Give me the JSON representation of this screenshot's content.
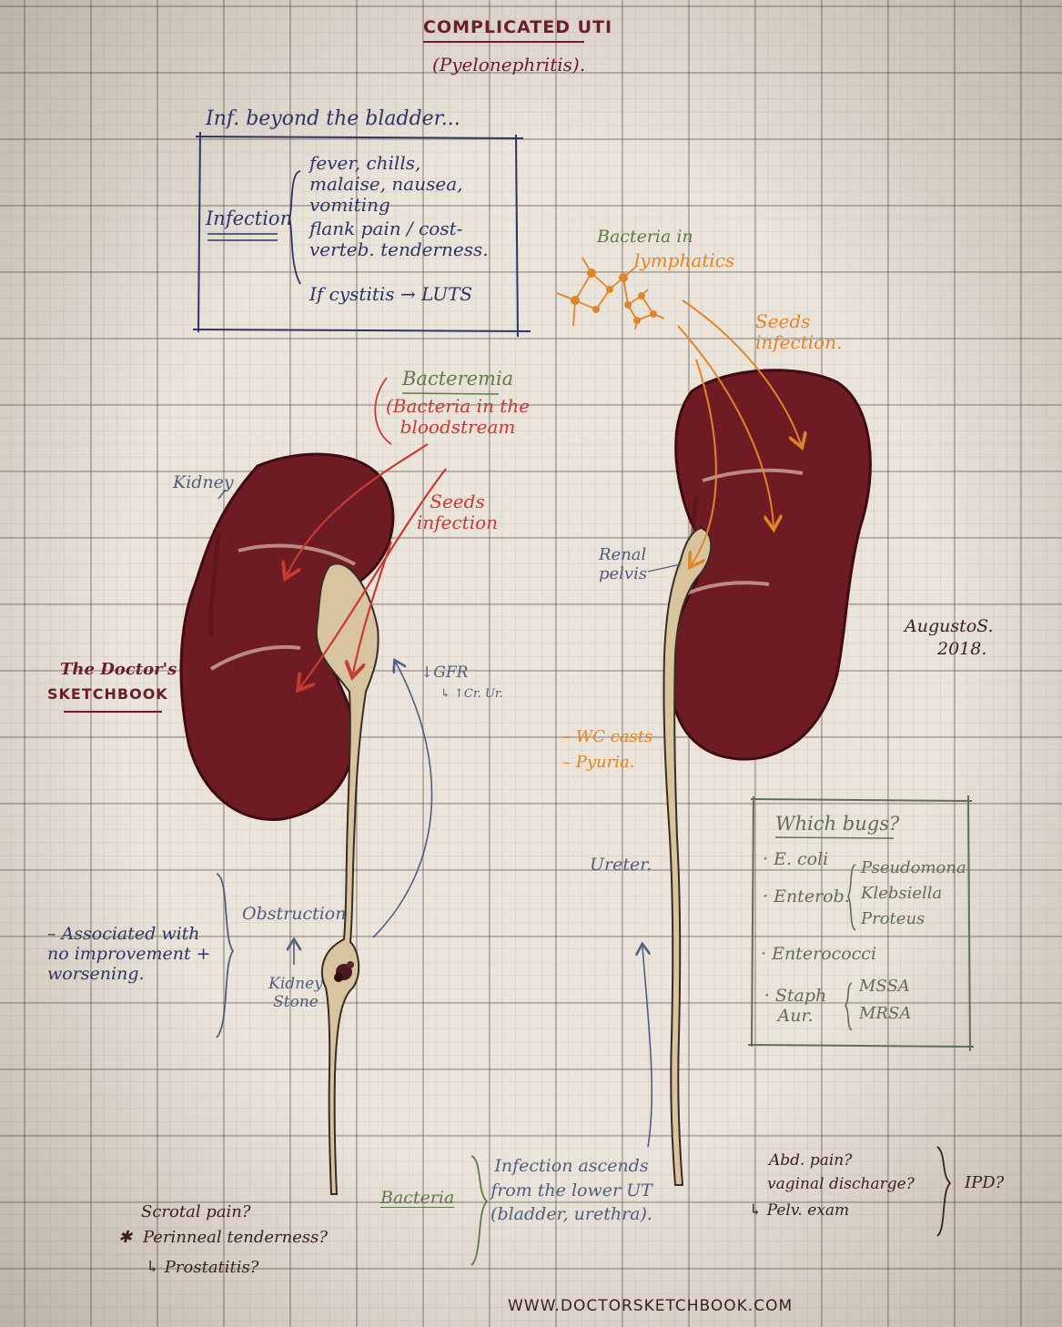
{
  "title": "COMPLICATED UTI",
  "subtitle": "(Pyelonephritis).",
  "symptoms_box": {
    "heading": "Inf. beyond the bladder...",
    "label": "Infection",
    "items": [
      "fever, chills, malaise, nausea, vomiting",
      "flank pain / cost-verteb. tenderness.",
      "If cystitis → LUTS"
    ]
  },
  "left_kidney": {
    "label": "Kidney",
    "bacteremia": "Bacteremia",
    "bacteremia_desc": "(Bacteria in the bloodstream",
    "seeds_infection": "Seeds infection",
    "gfr": "↓GFR",
    "gfr_note": "↳ ↑Cr. Ur.",
    "obstruction": "Obstruction",
    "kidney_stone": "Kidney Stone",
    "associated": "– Associated with no improvement + worsening."
  },
  "brand": {
    "line1": "The Doctor's",
    "line2": "SKETCHBOOK"
  },
  "right_kidney": {
    "lymphatics_1": "Bacteria in",
    "lymphatics_2": "lymphatics",
    "seeds_infection": "Seeds infection.",
    "renal_pelvis": "Renal pelvis",
    "wc_casts": "– WC casts",
    "pyuria": "– Pyuria.",
    "ureter": "Ureter."
  },
  "signature": {
    "name": "AugustoS.",
    "year": "2018."
  },
  "bugs": {
    "heading": "Which bugs?",
    "ecoli": "· E. coli",
    "enterob": "· Enterob.",
    "enterob_list": [
      "Pseudomona",
      "Klebsiella",
      "Proteus"
    ],
    "enterococci": "· Enterococci",
    "staph": "· Staph Aur.",
    "staph_list": [
      "MSSA",
      "MRSA"
    ]
  },
  "ascending": {
    "bacteria": "Bacteria",
    "desc": "Infection ascends from the lower UT (bladder, urethra)."
  },
  "male": {
    "q1": "Scrotal pain?",
    "q2": "Perinneal tenderness?",
    "q3": "↳ Prostatitis?"
  },
  "female": {
    "q1": "Abd. pain?",
    "q2": "vaginal discharge?",
    "q3": "↳ Pelv. exam",
    "pid": "IPD?"
  },
  "website": "WWW.DOCTORSKETCHBOOK.COM",
  "colors": {
    "kidney": "#6e1b24",
    "kidney_shade": "#561219",
    "pelvis": "#d9c4a0",
    "navy": "#2c3566",
    "red": "#c83a34",
    "orange": "#e0852a",
    "green": "#5f7a47"
  }
}
